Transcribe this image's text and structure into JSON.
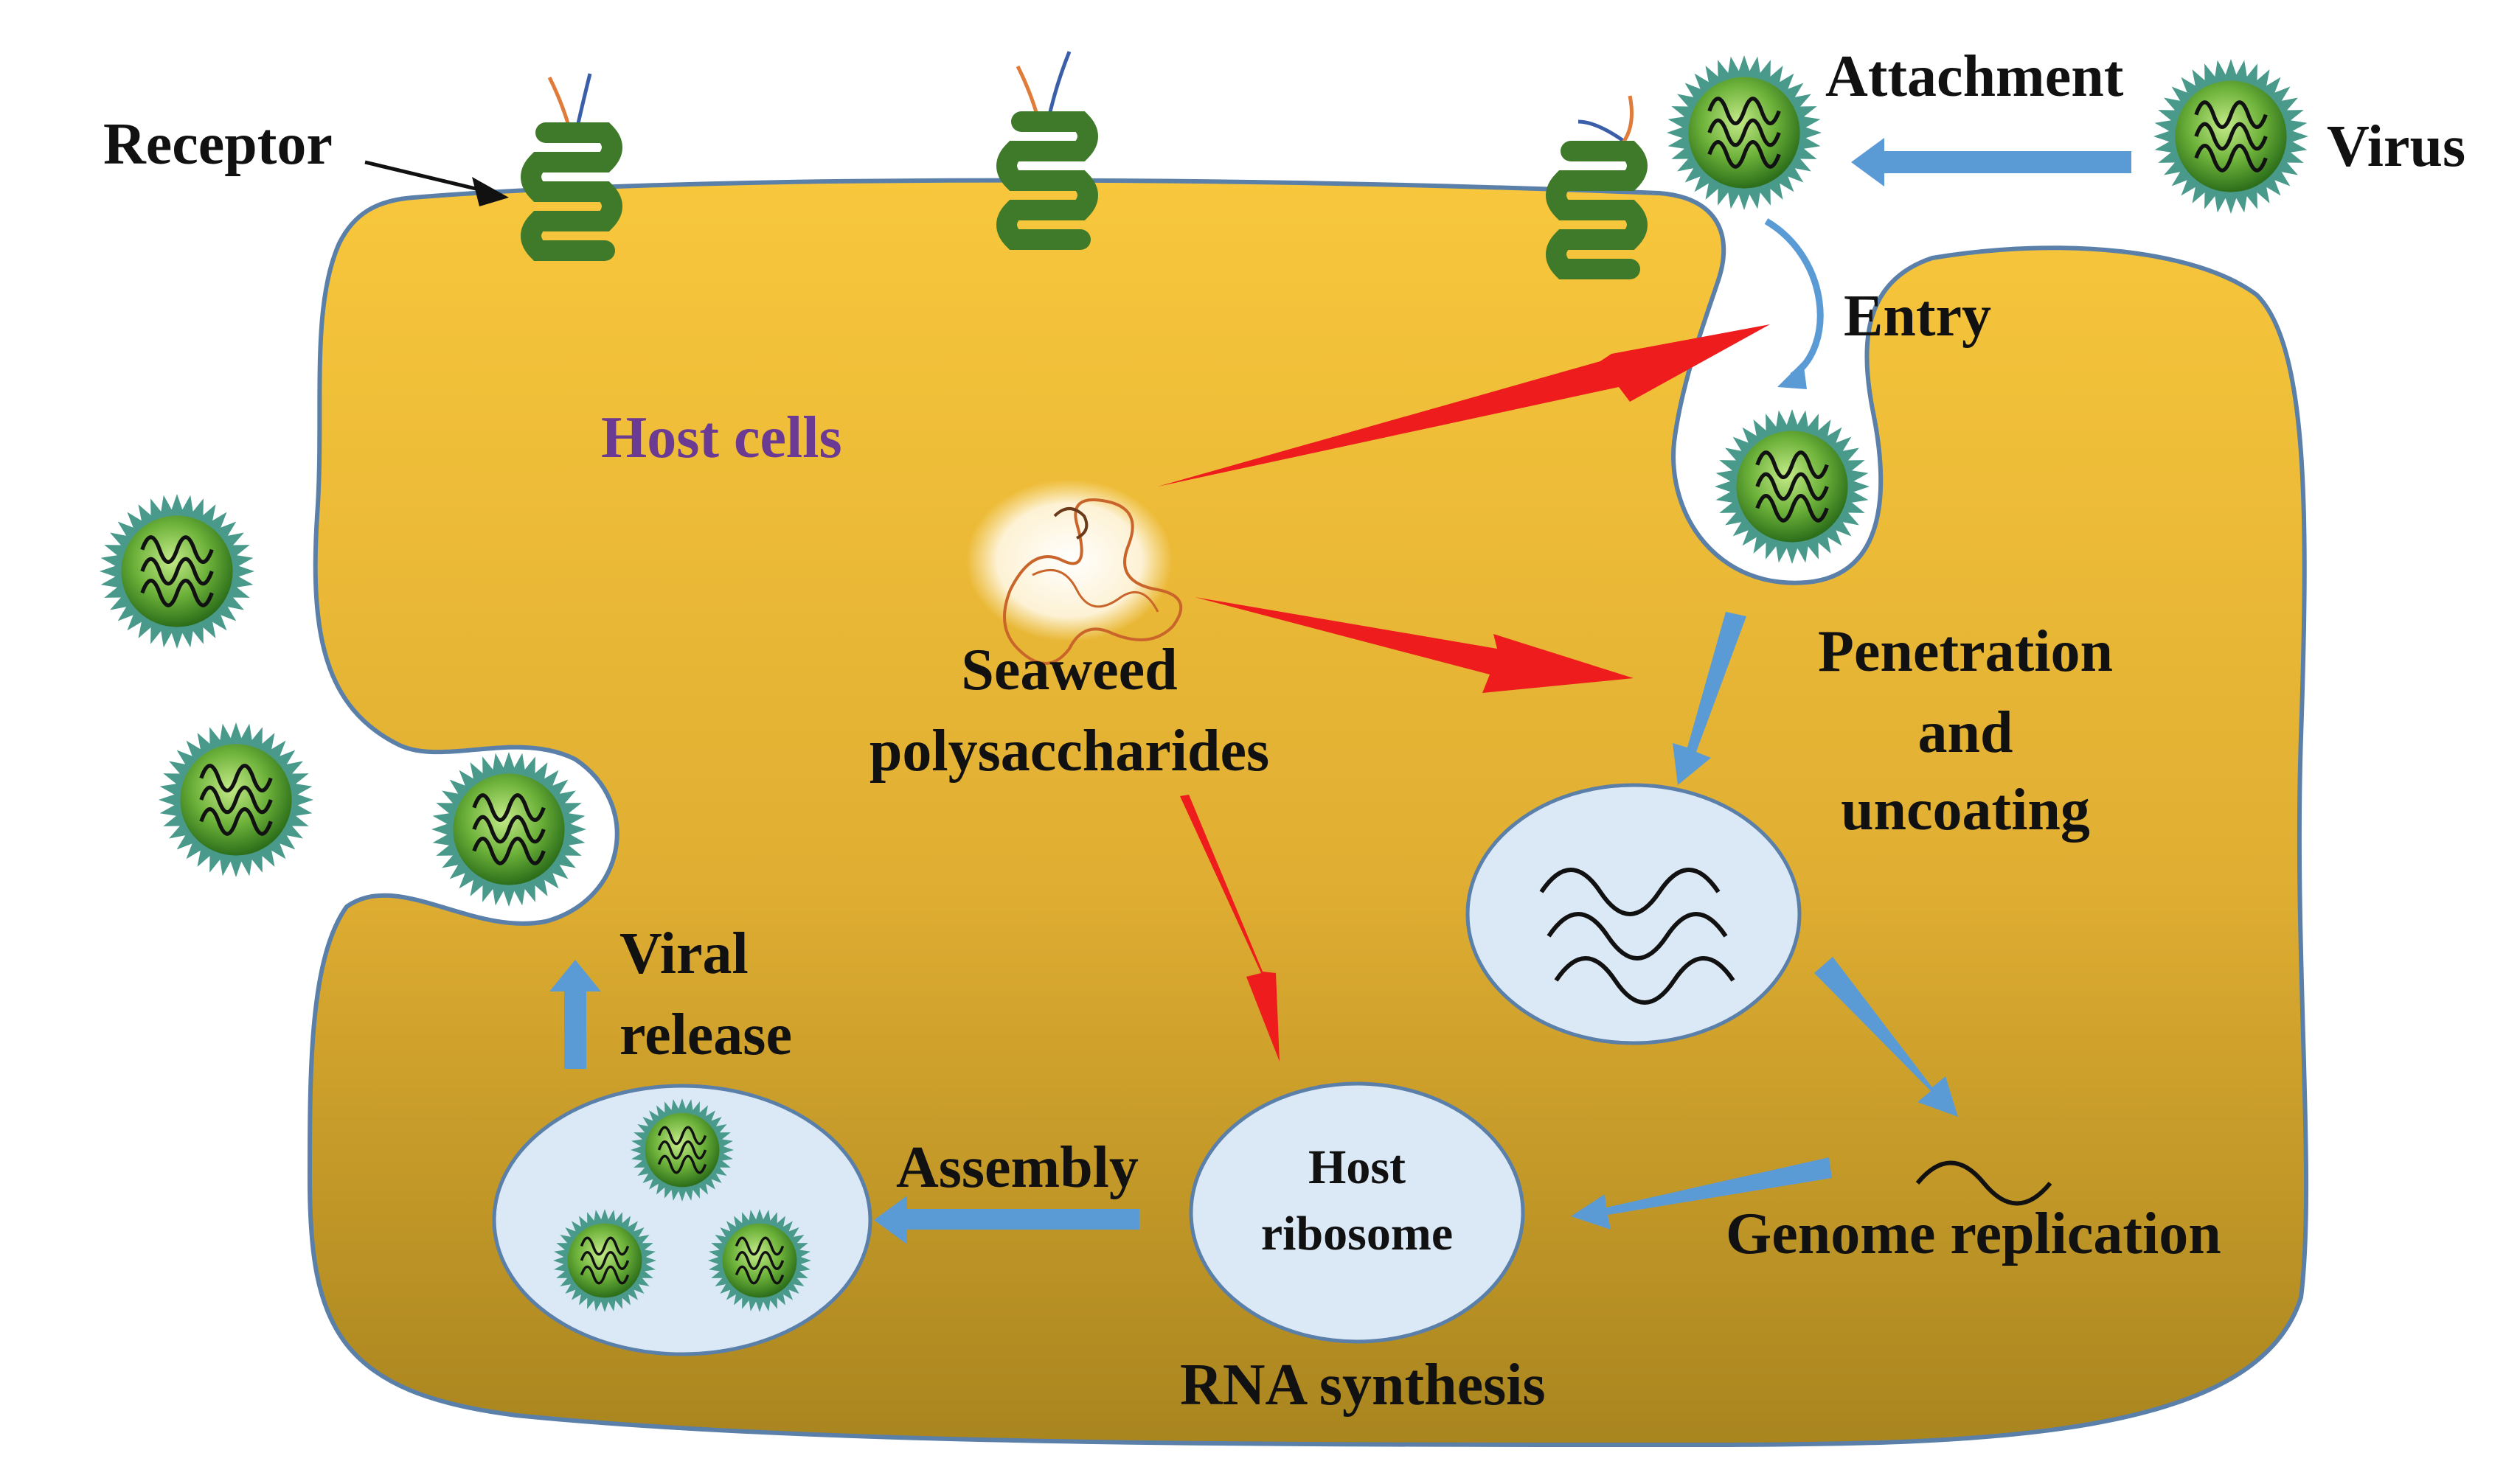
{
  "labels": {
    "receptor": "Receptor",
    "attachment": "Attachment",
    "virus": "Virus",
    "entry": "Entry",
    "host_cells": "Host cells",
    "seaweed_line1": "Seaweed",
    "seaweed_line2": "polysaccharides",
    "penetration_line1": "Penetration",
    "penetration_line2": "and",
    "penetration_line3": "uncoating",
    "viral_release_line1": "Viral",
    "viral_release_line2": "release",
    "assembly": "Assembly",
    "host_ribosome_line1": "Host",
    "host_ribosome_line2": "ribosome",
    "genome_replication": "Genome replication",
    "rna_synthesis": "RNA synthesis"
  },
  "colors": {
    "cell_top": "#f6c53e",
    "cell_bottom": "#b08a24",
    "cell_border": "#5a7fa8",
    "vesicle_fill": "#dbe9f6",
    "virus_spike": "#4a9a8c",
    "virus_core_light": "#b5e07a",
    "virus_core_dark": "#2f7a1d",
    "receptor": "#3f7a2b",
    "blue_arrow": "#5b9bd5",
    "red_arrow": "#ee1c1c",
    "host_label": "#6b3a93"
  }
}
